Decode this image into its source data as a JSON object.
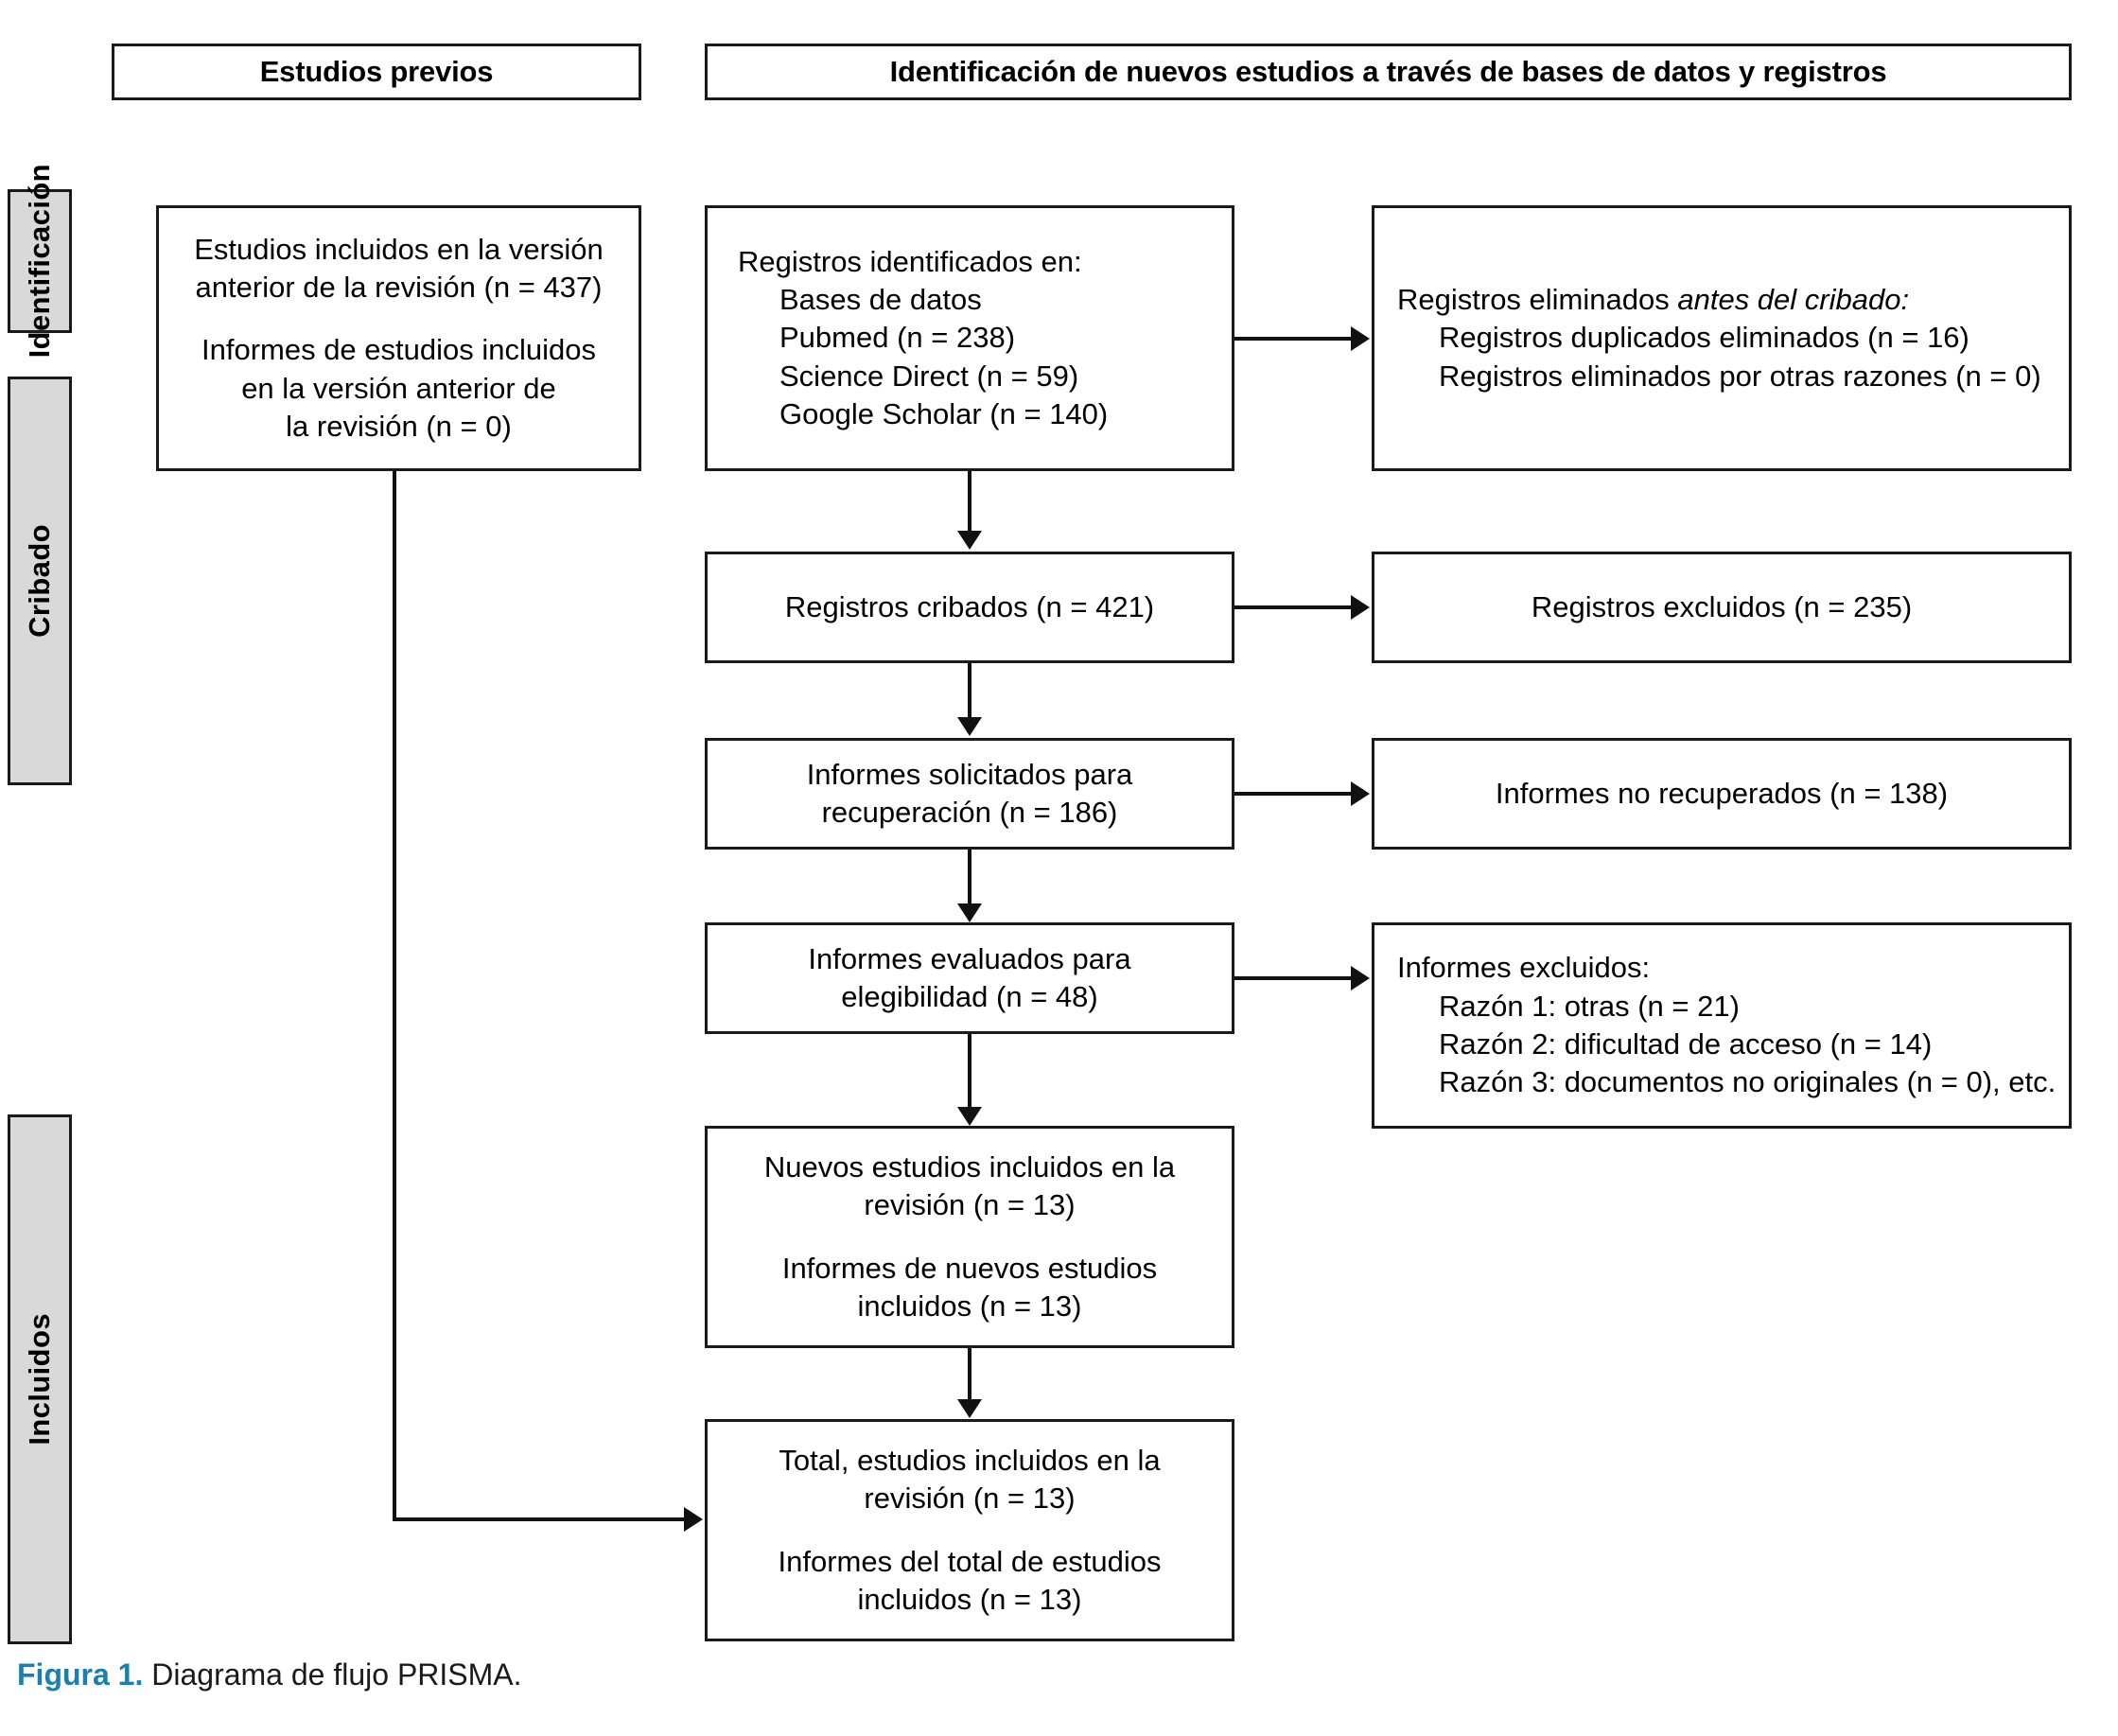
{
  "figure": {
    "caption_label": "Figura 1.",
    "caption_text": " Diagrama de flujo PRISMA.",
    "accent_color": "#1b7fb0",
    "stage_fill": "#d9d9d9",
    "line_color": "#111111"
  },
  "banners": {
    "previous": "Estudios previos",
    "identification": "Identificación de nuevos estudios a través de bases de datos y registros"
  },
  "stages": [
    {
      "label": "Identificación"
    },
    {
      "label": "Cribado"
    },
    {
      "label": "Incluidos"
    }
  ],
  "boxes": {
    "previous_studies": {
      "line1": "Estudios incluidos en la versión",
      "line2": "anterior de la revisión (n = 437)",
      "line3": "Informes de estudios incluidos",
      "line4": "en la versión anterior de",
      "line5": "la revisión (n = 0)"
    },
    "records_identified": {
      "header": "Registros identificados en:",
      "item1": "Bases de datos",
      "item2": "Pubmed (n = 238)",
      "item3": "Science Direct (n = 59)",
      "item4": "Google Scholar (n = 140)"
    },
    "records_removed": {
      "header_plain": "Registros eliminados ",
      "header_italic": "antes del cribado:",
      "item1": "Registros duplicados eliminados (n = 16)",
      "item2": "Registros eliminados por otras razones (n = 0)"
    },
    "records_screened": {
      "line1": "Registros cribados (n = 421)"
    },
    "records_excluded": {
      "line1": "Registros excluidos (n = 235)"
    },
    "reports_sought": {
      "line1": "Informes solicitados para",
      "line2": "recuperación (n = 186)"
    },
    "reports_not_retrieved": {
      "line1": "Informes no recuperados (n = 138)"
    },
    "reports_assessed": {
      "line1": "Informes evaluados para",
      "line2": "elegibilidad (n = 48)"
    },
    "reports_excluded": {
      "header": "Informes excluidos:",
      "item1": "Razón 1: otras (n = 21)",
      "item2": "Razón 2: dificultad de acceso (n = 14)",
      "item3": "Razón 3: documentos no originales (n = 0), etc."
    },
    "new_studies_included": {
      "line1": "Nuevos estudios incluidos en la",
      "line2": "revisión (n = 13)",
      "line3": "Informes de nuevos estudios",
      "line4": "incluidos (n = 13)"
    },
    "total_studies_included": {
      "line1": "Total, estudios incluidos en la",
      "line2": "revisión (n = 13)",
      "line3": "Informes del total de estudios",
      "line4": "incluidos (n = 13)"
    }
  },
  "chart_data": {
    "type": "diagram",
    "title": "Diagrama de flujo PRISMA",
    "nodes": [
      {
        "id": "previous_studies",
        "stage": "Identificación",
        "column": "previous",
        "n_studies": 437,
        "n_reports": 0
      },
      {
        "id": "records_identified",
        "stage": "Identificación",
        "column": "main",
        "sources": [
          {
            "name": "Pubmed",
            "n": 238
          },
          {
            "name": "Science Direct",
            "n": 59
          },
          {
            "name": "Google Scholar",
            "n": 140
          }
        ]
      },
      {
        "id": "records_removed",
        "stage": "Identificación",
        "column": "side",
        "duplicates": 16,
        "other_reasons": 0
      },
      {
        "id": "records_screened",
        "stage": "Cribado",
        "column": "main",
        "n": 421
      },
      {
        "id": "records_excluded",
        "stage": "Cribado",
        "column": "side",
        "n": 235
      },
      {
        "id": "reports_sought",
        "stage": "Cribado",
        "column": "main",
        "n": 186
      },
      {
        "id": "reports_not_retrieved",
        "stage": "Cribado",
        "column": "side",
        "n": 138
      },
      {
        "id": "reports_assessed",
        "stage": "Cribado",
        "column": "main",
        "n": 48
      },
      {
        "id": "reports_excluded",
        "stage": "Cribado",
        "column": "side",
        "reasons": [
          {
            "label": "Razón 1: otras",
            "n": 21
          },
          {
            "label": "Razón 2: dificultad de acceso",
            "n": 14
          },
          {
            "label": "Razón 3: documentos no originales",
            "n": 0
          }
        ]
      },
      {
        "id": "new_studies_included",
        "stage": "Incluidos",
        "column": "main",
        "n_studies": 13,
        "n_reports": 13
      },
      {
        "id": "total_studies_included",
        "stage": "Incluidos",
        "column": "main",
        "n_studies": 13,
        "n_reports": 13
      }
    ],
    "edges": [
      {
        "from": "records_identified",
        "to": "records_removed"
      },
      {
        "from": "records_identified",
        "to": "records_screened"
      },
      {
        "from": "records_screened",
        "to": "records_excluded"
      },
      {
        "from": "records_screened",
        "to": "reports_sought"
      },
      {
        "from": "reports_sought",
        "to": "reports_not_retrieved"
      },
      {
        "from": "reports_sought",
        "to": "reports_assessed"
      },
      {
        "from": "reports_assessed",
        "to": "reports_excluded"
      },
      {
        "from": "reports_assessed",
        "to": "new_studies_included"
      },
      {
        "from": "new_studies_included",
        "to": "total_studies_included"
      },
      {
        "from": "previous_studies",
        "to": "total_studies_included"
      }
    ]
  }
}
